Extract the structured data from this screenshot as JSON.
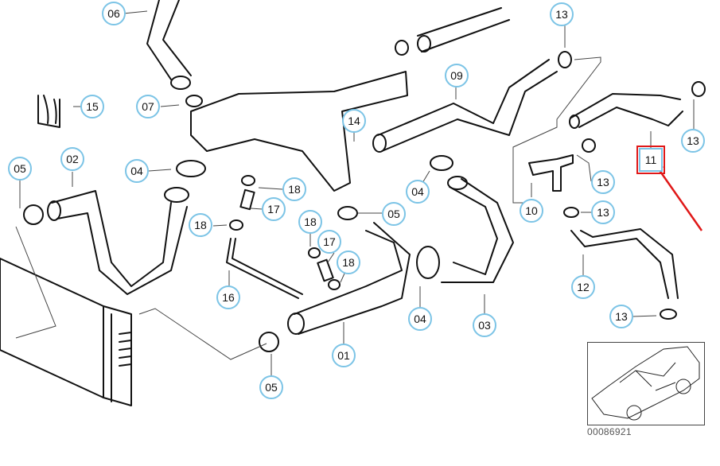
{
  "diagram": {
    "title": "Cooling system hoses exploded view",
    "catalog_number": "00086921",
    "highlighted_part": "11",
    "highlight_color": "#e01818",
    "callout_border_color": "#7cc4e6",
    "callouts": [
      {
        "id": "06",
        "label": "06"
      },
      {
        "id": "15",
        "label": "15"
      },
      {
        "id": "07",
        "label": "07"
      },
      {
        "id": "09",
        "label": "09"
      },
      {
        "id": "14",
        "label": "14"
      },
      {
        "id": "13a",
        "label": "13"
      },
      {
        "id": "13b",
        "label": "13"
      },
      {
        "id": "11",
        "label": "11"
      },
      {
        "id": "05a",
        "label": "05"
      },
      {
        "id": "02",
        "label": "02"
      },
      {
        "id": "04a",
        "label": "04"
      },
      {
        "id": "18a",
        "label": "18"
      },
      {
        "id": "17a",
        "label": "17"
      },
      {
        "id": "18b",
        "label": "18"
      },
      {
        "id": "05b",
        "label": "05"
      },
      {
        "id": "04b",
        "label": "04"
      },
      {
        "id": "10",
        "label": "10"
      },
      {
        "id": "13c",
        "label": "13"
      },
      {
        "id": "13d",
        "label": "13"
      },
      {
        "id": "18c",
        "label": "18"
      },
      {
        "id": "17b",
        "label": "17"
      },
      {
        "id": "18d",
        "label": "18"
      },
      {
        "id": "16",
        "label": "16"
      },
      {
        "id": "12",
        "label": "12"
      },
      {
        "id": "04c",
        "label": "04"
      },
      {
        "id": "03",
        "label": "03"
      },
      {
        "id": "13e",
        "label": "13"
      },
      {
        "id": "01",
        "label": "01"
      },
      {
        "id": "05c",
        "label": "05"
      }
    ]
  }
}
